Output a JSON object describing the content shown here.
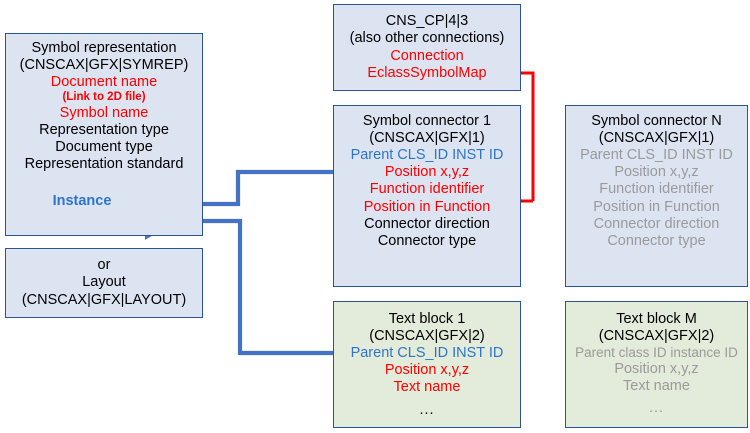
{
  "diagram": {
    "title": "Symbol representation data model",
    "colors": {
      "box_blue_fill": "#dce4f2",
      "box_green_fill": "#e3ebda",
      "box_border": "#2e5395",
      "red_accent": "#ff0000",
      "blue_accent": "#2e75c6",
      "gray_text": "#9a9a9a",
      "blue_connector": "#4472c4",
      "red_connector": "#ff0000"
    }
  },
  "boxes": {
    "symbol_representation": {
      "name": "symbol-representation-box",
      "lines": [
        {
          "text": "Symbol representation",
          "color": "black",
          "size": "14"
        },
        {
          "text": "(CNSCAX|GFX|SYMREP)",
          "color": "black",
          "size": "14"
        },
        {
          "text": "Document name",
          "color": "red",
          "size": "14"
        },
        {
          "text": "(Link to 2D file)",
          "color": "red",
          "size": "11"
        },
        {
          "text": "Symbol name",
          "color": "red",
          "size": "14"
        },
        {
          "text": "Representation type",
          "color": "black",
          "size": "14"
        },
        {
          "text": "Document type",
          "color": "black",
          "size": "14"
        },
        {
          "text": "Representation standard",
          "color": "black",
          "size": "14"
        }
      ],
      "instance_label": "Instance"
    },
    "layout": {
      "name": "layout-box",
      "lines": [
        {
          "text": "or",
          "color": "black",
          "size": "14"
        },
        {
          "text": "Layout",
          "color": "black",
          "size": "14"
        },
        {
          "text": "(CNSCAX|GFX|LAYOUT)",
          "color": "black",
          "size": "14"
        }
      ]
    },
    "cns_cp": {
      "name": "cns-cp-box",
      "lines": [
        {
          "text": "CNS_CP|4|3",
          "color": "black",
          "size": "14"
        },
        {
          "text": "(also other connections)",
          "color": "black",
          "size": "14"
        },
        {
          "text": "Connection",
          "color": "red",
          "size": "14"
        },
        {
          "text": "EclassSymbolMap",
          "color": "red",
          "size": "14"
        }
      ]
    },
    "symbol_connector_1": {
      "name": "symbol-connector-1-box",
      "lines": [
        {
          "text": "Symbol connector 1",
          "color": "black",
          "size": "14"
        },
        {
          "text": "(CNSCAX|GFX|1)",
          "color": "black",
          "size": "14"
        },
        {
          "text": "Parent CLS_ID INST ID",
          "color": "blue",
          "size": "14"
        },
        {
          "text": "Position x,y,z",
          "color": "red",
          "size": "14"
        },
        {
          "text": "Function identifier",
          "color": "red",
          "size": "14"
        },
        {
          "text": "Position in Function",
          "color": "red",
          "size": "14"
        },
        {
          "text": "Connector direction",
          "color": "black",
          "size": "14"
        },
        {
          "text": "Connector type",
          "color": "black",
          "size": "14"
        }
      ]
    },
    "symbol_connector_n": {
      "name": "symbol-connector-n-box",
      "lines": [
        {
          "text": "Symbol connector N",
          "color": "black",
          "size": "14"
        },
        {
          "text": "(CNSCAX|GFX|1)",
          "color": "black",
          "size": "14"
        },
        {
          "text": "Parent CLS_ID INST ID",
          "color": "gray",
          "size": "14"
        },
        {
          "text": "Position x,y,z",
          "color": "gray",
          "size": "14"
        },
        {
          "text": "Function identifier",
          "color": "gray",
          "size": "14"
        },
        {
          "text": "Position in Function",
          "color": "gray",
          "size": "14"
        },
        {
          "text": "Connector direction",
          "color": "gray",
          "size": "14"
        },
        {
          "text": "Connector type",
          "color": "gray",
          "size": "14"
        }
      ]
    },
    "text_block_1": {
      "name": "text-block-1-box",
      "lines": [
        {
          "text": "Text block 1",
          "color": "black",
          "size": "14"
        },
        {
          "text": "(CNSCAX|GFX|2)",
          "color": "black",
          "size": "14"
        },
        {
          "text": "Parent CLS_ID INST ID",
          "color": "blue",
          "size": "14"
        },
        {
          "text": "Position x,y,z",
          "color": "red",
          "size": "14"
        },
        {
          "text": "Text name",
          "color": "red",
          "size": "14"
        },
        {
          "text": "...",
          "color": "black",
          "size": "14"
        }
      ]
    },
    "text_block_m": {
      "name": "text-block-m-box",
      "lines": [
        {
          "text": "Text block M",
          "color": "black",
          "size": "14"
        },
        {
          "text": "(CNSCAX|GFX|2)",
          "color": "black",
          "size": "14"
        },
        {
          "text": "Parent class ID instance ID",
          "color": "gray",
          "size": "14"
        },
        {
          "text": "Position x,y,z",
          "color": "gray",
          "size": "14"
        },
        {
          "text": "Text name",
          "color": "gray",
          "size": "14"
        },
        {
          "text": "...",
          "color": "gray",
          "size": "14"
        }
      ]
    }
  },
  "connectors": [
    {
      "name": "connector-sc1-to-instance",
      "color": "#4472c4",
      "from": "symbol-connector-1-box",
      "to": "symbol-representation-box"
    },
    {
      "name": "connector-tb1-to-instance",
      "color": "#4472c4",
      "from": "text-block-1-box",
      "to": "symbol-representation-box"
    },
    {
      "name": "connector-sc1-function-to-eclasssymbolmap",
      "color": "#ff0000",
      "from": "symbol-connector-1-box",
      "to": "cns-cp-box"
    }
  ]
}
